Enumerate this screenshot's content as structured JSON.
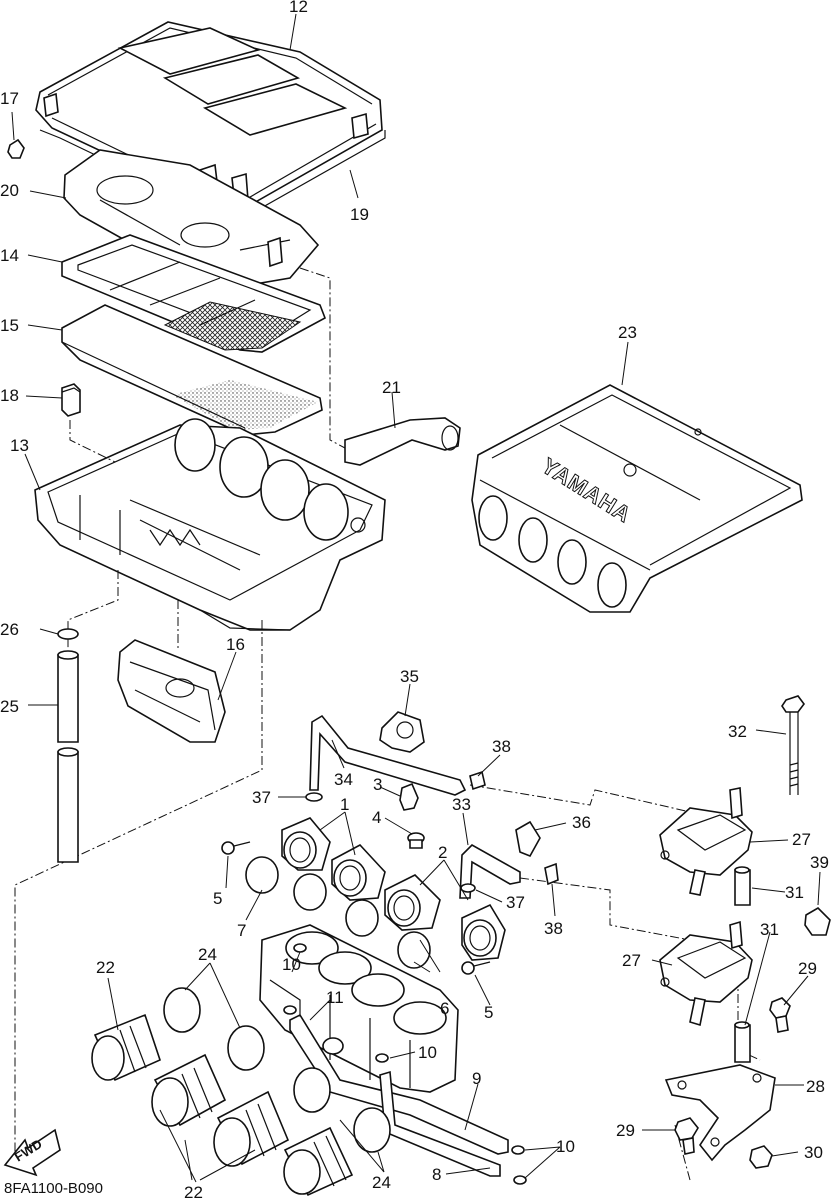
{
  "diagram": {
    "drawing_code": "8FA1100-B090",
    "direction_marker": "FWD",
    "cover_brand": "YAMAHA",
    "callouts": [
      {
        "id": "c12a",
        "text": "12"
      },
      {
        "id": "c17",
        "text": "17"
      },
      {
        "id": "c20",
        "text": "20"
      },
      {
        "id": "c19",
        "text": "19"
      },
      {
        "id": "c14",
        "text": "14"
      },
      {
        "id": "c15",
        "text": "15"
      },
      {
        "id": "c23",
        "text": "23"
      },
      {
        "id": "c21",
        "text": "21"
      },
      {
        "id": "c18",
        "text": "18"
      },
      {
        "id": "c13",
        "text": "13"
      },
      {
        "id": "c26",
        "text": "26"
      },
      {
        "id": "c16",
        "text": "16"
      },
      {
        "id": "c25",
        "text": "25"
      },
      {
        "id": "c35",
        "text": "35"
      },
      {
        "id": "c32",
        "text": "32"
      },
      {
        "id": "c38a",
        "text": "38"
      },
      {
        "id": "c34",
        "text": "34"
      },
      {
        "id": "c37a",
        "text": "37"
      },
      {
        "id": "c1",
        "text": "1"
      },
      {
        "id": "c3",
        "text": "3"
      },
      {
        "id": "c33",
        "text": "33"
      },
      {
        "id": "c4",
        "text": "4"
      },
      {
        "id": "c36",
        "text": "36"
      },
      {
        "id": "c27a",
        "text": "27"
      },
      {
        "id": "c2",
        "text": "2"
      },
      {
        "id": "c39",
        "text": "39"
      },
      {
        "id": "c5a",
        "text": "5"
      },
      {
        "id": "c37b",
        "text": "37"
      },
      {
        "id": "c31a",
        "text": "31"
      },
      {
        "id": "c7",
        "text": "7"
      },
      {
        "id": "c38b",
        "text": "38"
      },
      {
        "id": "c22a",
        "text": "22"
      },
      {
        "id": "c24a",
        "text": "24"
      },
      {
        "id": "c10a",
        "text": "10"
      },
      {
        "id": "c27b",
        "text": "27"
      },
      {
        "id": "c31b",
        "text": "31"
      },
      {
        "id": "c29a",
        "text": "29"
      },
      {
        "id": "c11",
        "text": "11"
      },
      {
        "id": "c6",
        "text": "6"
      },
      {
        "id": "c5b",
        "text": "5"
      },
      {
        "id": "c10b",
        "text": "10"
      },
      {
        "id": "c9",
        "text": "9"
      },
      {
        "id": "c28",
        "text": "28"
      },
      {
        "id": "c10c",
        "text": "10"
      },
      {
        "id": "c29b",
        "text": "29"
      },
      {
        "id": "c30",
        "text": "30"
      },
      {
        "id": "c8",
        "text": "8"
      },
      {
        "id": "c22b",
        "text": "22"
      },
      {
        "id": "c24b",
        "text": "24"
      }
    ]
  }
}
